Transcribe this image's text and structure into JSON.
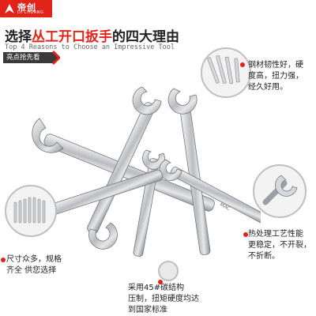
{
  "brand": {
    "name": "帝创",
    "romanized": "DI CHUANG",
    "color": "#e2231a"
  },
  "headline": {
    "prefix": "选择",
    "highlight": "丛工开口扳手",
    "suffix": "的四大理由"
  },
  "subheadline": "Top 4 Reasons to Choose an Impressive Tool",
  "tag_label": "亮点抢先看",
  "features": [
    {
      "lines": [
        "钢材韧性好，硬",
        "度高，扭力强，",
        "经久好用。"
      ]
    },
    {
      "lines": [
        "尺寸众多，规格",
        "齐全 供您选择"
      ]
    },
    {
      "lines": [
        "热处理工艺性能",
        "更稳定，不开裂，",
        "不折断。"
      ]
    },
    {
      "lines": [
        "采用45#碳结构",
        "压制，扭矩硬度均达",
        "到国家标准"
      ]
    }
  ],
  "wrench_marking": "MAC"
}
